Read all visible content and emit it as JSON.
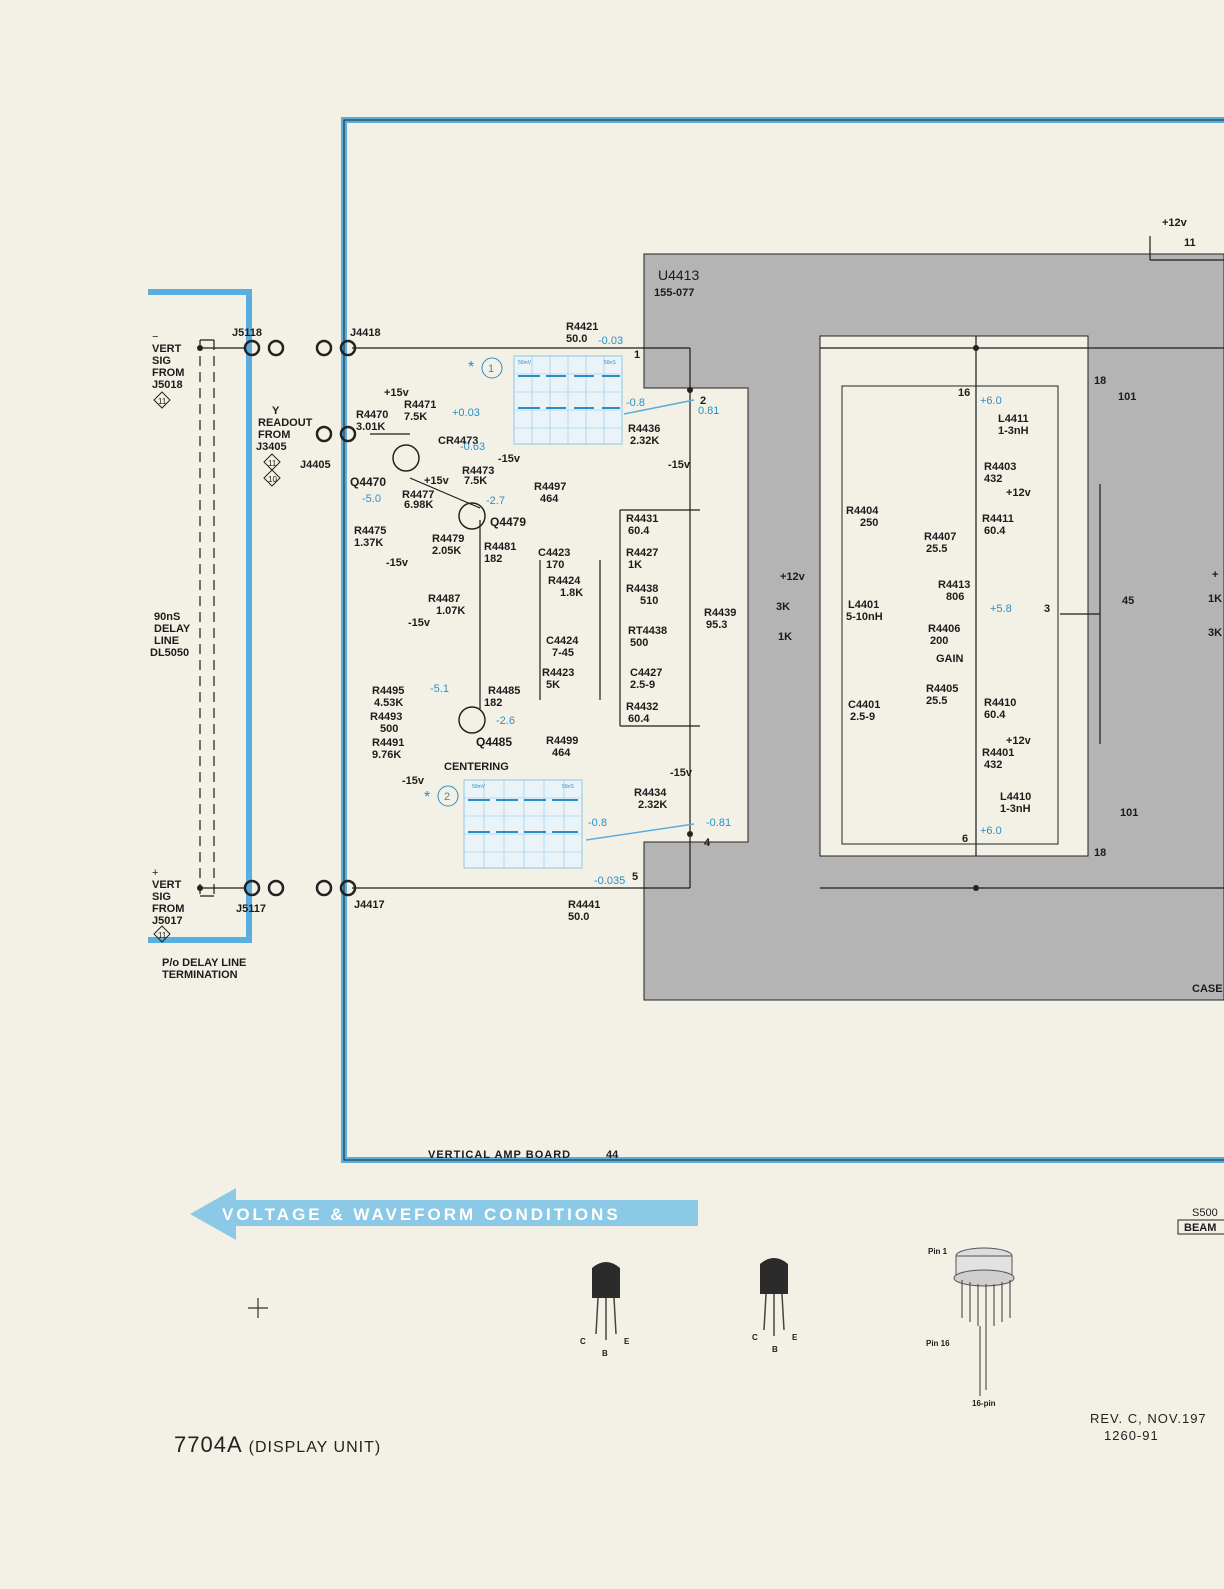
{
  "board": {
    "title": "VERTICAL AMP BOARD",
    "number": "44"
  },
  "ic": {
    "ref": "U4413",
    "part": "155-077"
  },
  "inputs": {
    "minus": {
      "sign": "−",
      "lines": [
        "VERT",
        "SIG",
        "FROM",
        "J5018"
      ],
      "tag": "11"
    },
    "plus": {
      "sign": "+",
      "lines": [
        "VERT",
        "SIG",
        "FROM",
        "J5017"
      ],
      "tag": "11"
    },
    "readout": {
      "lines": [
        "Y",
        "READOUT",
        "FROM",
        "J3405"
      ],
      "tags": [
        "11",
        "10"
      ]
    }
  },
  "delay_line": {
    "lines": [
      "90nS",
      "DELAY",
      "LINE"
    ],
    "ref": "DL5050",
    "termination": [
      "P/o DELAY LINE",
      "TERMINATION"
    ]
  },
  "connectors": [
    "J5118",
    "J4418",
    "J5117",
    "J4417",
    "J4405"
  ],
  "components": {
    "R4421": [
      "R4421",
      "50.0"
    ],
    "R4441": [
      "R4441",
      "50.0"
    ],
    "R4471": [
      "R4471",
      "7.5K"
    ],
    "R4470": [
      "R4470",
      "3.01K"
    ],
    "CR4473": [
      "CR4473"
    ],
    "R4473": [
      "R4473",
      "7.5K"
    ],
    "Q4470": [
      "Q4470"
    ],
    "R4477": [
      "R4477",
      "6.98K"
    ],
    "R4497": [
      "R4497",
      "464"
    ],
    "Q4479": [
      "Q4479"
    ],
    "R4475": [
      "R4475",
      "1.37K"
    ],
    "R4479": [
      "R4479",
      "2.05K"
    ],
    "R4481": [
      "R4481",
      "182"
    ],
    "R4436": [
      "R4436",
      "2.32K"
    ],
    "R4431": [
      "R4431",
      "60.4"
    ],
    "R4427": [
      "R4427",
      "1K"
    ],
    "C4423": [
      "C4423",
      "170"
    ],
    "R4424": [
      "R4424",
      "1.8K"
    ],
    "R4438": [
      "R4438",
      "510"
    ],
    "RT4438": [
      "RT4438",
      "500"
    ],
    "R4439": [
      "R4439",
      "95.3"
    ],
    "C4424": [
      "C4424",
      "7-45"
    ],
    "R4423": [
      "R4423",
      "5K"
    ],
    "C4427": [
      "C4427",
      "2.5-9"
    ],
    "R4432": [
      "R4432",
      "60.4"
    ],
    "R4487": [
      "R4487",
      "1.07K"
    ],
    "R4485": [
      "R4485",
      "182"
    ],
    "R4495": [
      "R4495",
      "4.53K"
    ],
    "R4493": [
      "R4493",
      "500"
    ],
    "R4491": [
      "R4491",
      "9.76K"
    ],
    "Q4485": [
      "Q4485"
    ],
    "R4499": [
      "R4499",
      "464"
    ],
    "R4434": [
      "R4434",
      "2.32K"
    ],
    "L4411": [
      "L4411",
      "1-3nH"
    ],
    "R4403": [
      "R4403",
      "432"
    ],
    "R4404": [
      "R4404",
      "250"
    ],
    "R4411": [
      "R4411",
      "60.4"
    ],
    "R4407": [
      "R4407",
      "25.5"
    ],
    "R4413": [
      "R4413",
      "806"
    ],
    "L4401": [
      "L4401",
      "5-10nH"
    ],
    "R4406": [
      "R4406",
      "200"
    ],
    "C4401": [
      "C4401",
      "2.5-9"
    ],
    "R4405": [
      "R4405",
      "25.5"
    ],
    "R4410": [
      "R4410",
      "60.4"
    ],
    "R4401": [
      "R4401",
      "432"
    ],
    "L4410": [
      "L4410",
      "1-3nH"
    ]
  },
  "adjust_labels": {
    "gain": "GAIN",
    "centering": "CENTERING"
  },
  "supplies": {
    "p15": "+15v",
    "m15": "-15v",
    "p12": "+12v",
    "m15b": "−15v"
  },
  "voltages": {
    "v_m003": "-0.03",
    "v_p003": "+0.03",
    "v_m063": "-0.63",
    "v_m08a": "-0.8",
    "v_081": "0.81",
    "v_m50": "-5.0",
    "v_m27": "-2.7",
    "v_m51": "-5.1",
    "v_m26": "-2.6",
    "v_m08b": "-0.8",
    "v_m081": "-0.81",
    "v_m0035": "-0.035",
    "v_p60a": "+6.0",
    "v_p58": "+5.8",
    "v_p60b": "+6.0"
  },
  "pins": [
    "1",
    "2",
    "3",
    "4",
    "5",
    "6",
    "16",
    "18",
    "11"
  ],
  "waveforms": [
    {
      "marker": "*",
      "num": "1",
      "scale_l": "50mV",
      "scale_r": "50nS"
    },
    {
      "marker": "*",
      "num": "2",
      "scale_l": "50mV",
      "scale_r": "50nS"
    }
  ],
  "right_edge": {
    "r101a": "101",
    "r101b": "101",
    "r45": "45",
    "r3k": "3K",
    "r1k": "1K",
    "r3k_r": "3K",
    "r1k_r": "1K",
    "case": "CASE",
    "s500": "S500",
    "beam": "BEAM",
    "plus": "+",
    "p12v": "+12v"
  },
  "banner": "VOLTAGE & WAVEFORM CONDITIONS",
  "transistor_a": {
    "c": "C",
    "b": "B",
    "e": "E"
  },
  "transistor_b": {
    "c": "C",
    "b": "B",
    "e": "E"
  },
  "ic_package": {
    "pin1": "Pin 1",
    "pin16": "Pin 16",
    "name": "16-pin"
  },
  "footer": {
    "model": "7704A",
    "unit": "(DISPLAY UNIT)",
    "rev": "REV. C, NOV.197",
    "code": "1260-91"
  },
  "colors": {
    "blue": "#5aaede",
    "ic_gray": "#b4b4b4",
    "paper": "#f3f1e6"
  }
}
